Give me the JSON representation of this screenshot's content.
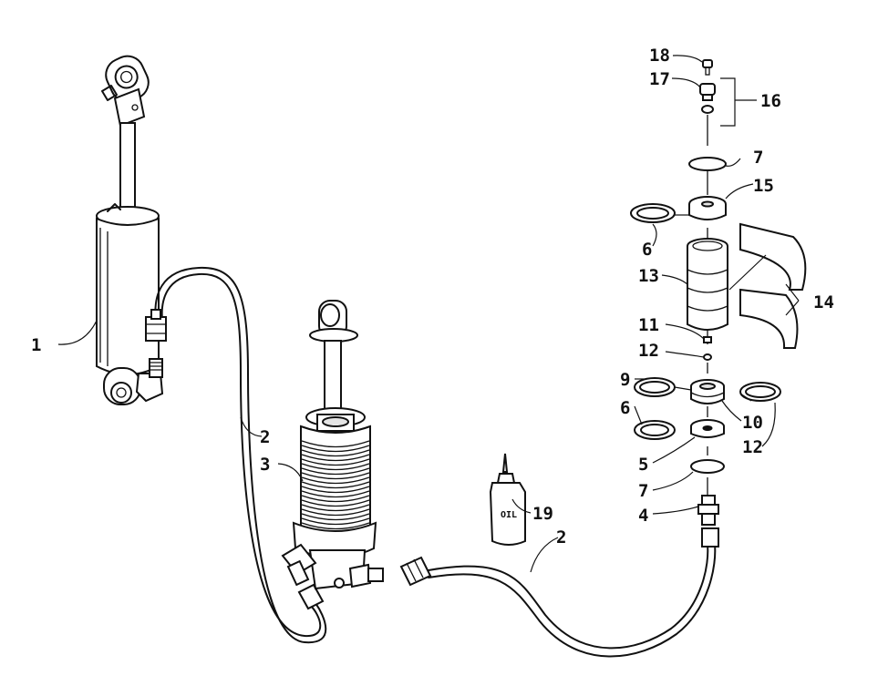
{
  "callouts": {
    "c1": "1",
    "c2a": "2",
    "c2b": "2",
    "c3": "3",
    "c4": "4",
    "c5": "5",
    "c6a": "6",
    "c6b": "6",
    "c7a": "7",
    "c7b": "7",
    "c9": "9",
    "c10": "10",
    "c11": "11",
    "c12a": "12",
    "c12b": "12",
    "c13": "13",
    "c14": "14",
    "c15": "15",
    "c16": "16",
    "c17": "17",
    "c18": "18",
    "c19": "19"
  },
  "oil_bottle_label": "OIL"
}
